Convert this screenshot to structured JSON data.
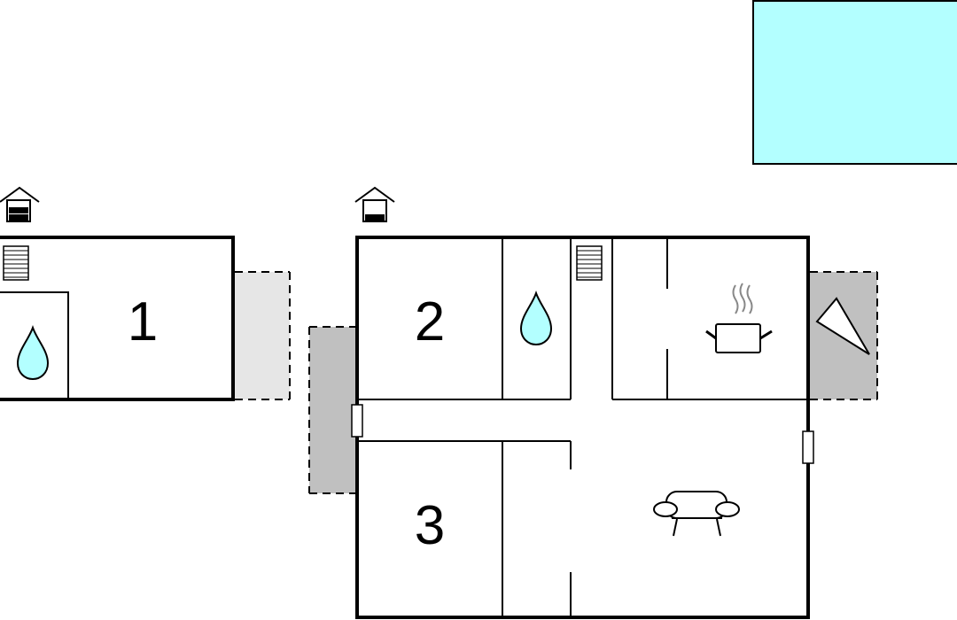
{
  "rooms": [
    {
      "number": "1"
    },
    {
      "number": "2"
    },
    {
      "number": "3"
    }
  ],
  "icons": {
    "entrance": "house-entrance-icon",
    "bathroom": "water-drop-icon",
    "stairs": "stairs-icon",
    "kitchen": "cooking-pot-icon",
    "living": "sofa-icon",
    "terrace": "triangle-flag-icon",
    "pool": "pool"
  },
  "colors": {
    "pool": "#b3ffff",
    "water_drop": "#b3ffff",
    "terrace_dark": "#c0c0c0",
    "terrace_light": "#e6e6e6",
    "wall": "#000000"
  }
}
